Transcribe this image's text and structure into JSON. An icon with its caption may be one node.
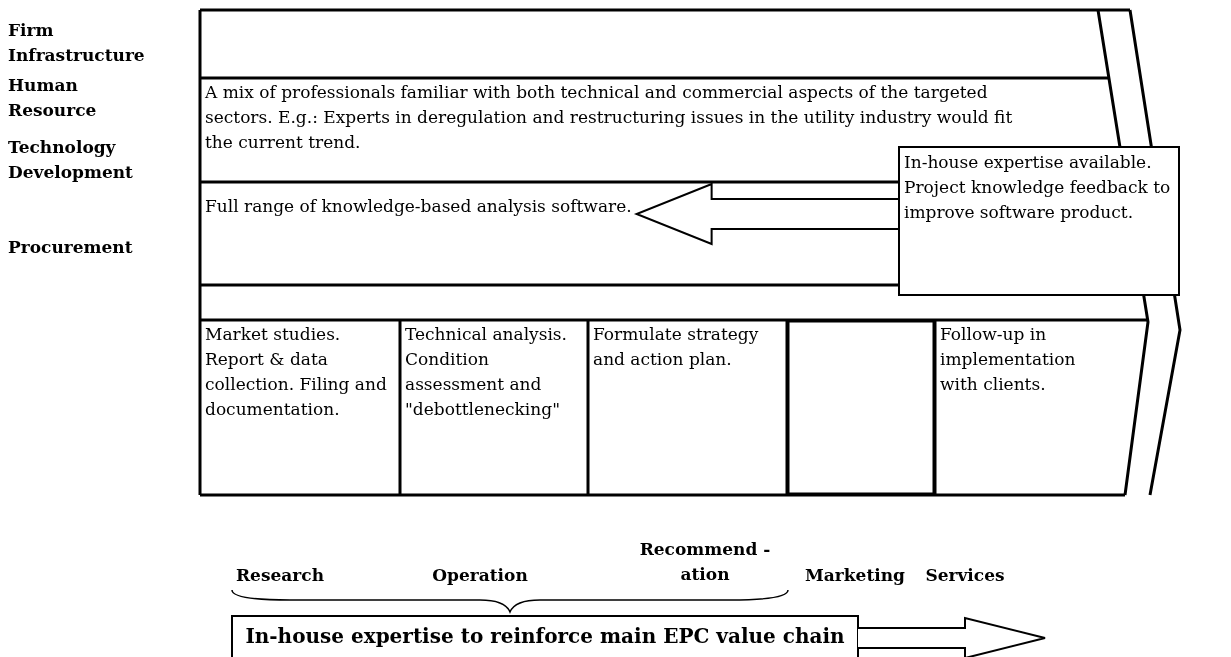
{
  "diagram": {
    "nodes": [
      {
        "text": [
          "A mix of professionals familiar with both technical and commercial aspects of the targeted sectors. E.g.: Experts in deregulation and restructuring issues in the utility industry would fit the current trend."
        ]
      },
      {
        "text": [
          "Full range of knowledge-based analysis software."
        ]
      },
      {
        "text": [
          "In-house expertise available. Project knowledge feedback to improve software product."
        ]
      },
      {
        "text": [
          "Market studies. Report & data collection. Filing and documentation."
        ]
      },
      {
        "text": [
          "Technical analysis. Condition assessment and \"debottlenecking\""
        ]
      },
      {
        "text": [
          "Formulate strategy and action plan."
        ]
      },
      {
        "text": [],
        "shape": "box"
      },
      {
        "text": [
          "Follow-up in implementation with clients."
        ]
      },
      {
        "text": [
          "In-house expertise to reinforce main EPC value chain"
        ]
      }
    ],
    "edges": [
      {
        "from": 2,
        "to": 1,
        "arrow": "to"
      },
      {
        "from": 8,
        "to": null,
        "arrow": "to"
      }
    ],
    "labels": [
      "Firm Infrastructure",
      "Human Resource",
      "Technology Development",
      "Procurement",
      "Research",
      "Operation",
      "Recommend - ation",
      "Marketing",
      "Services"
    ]
  }
}
